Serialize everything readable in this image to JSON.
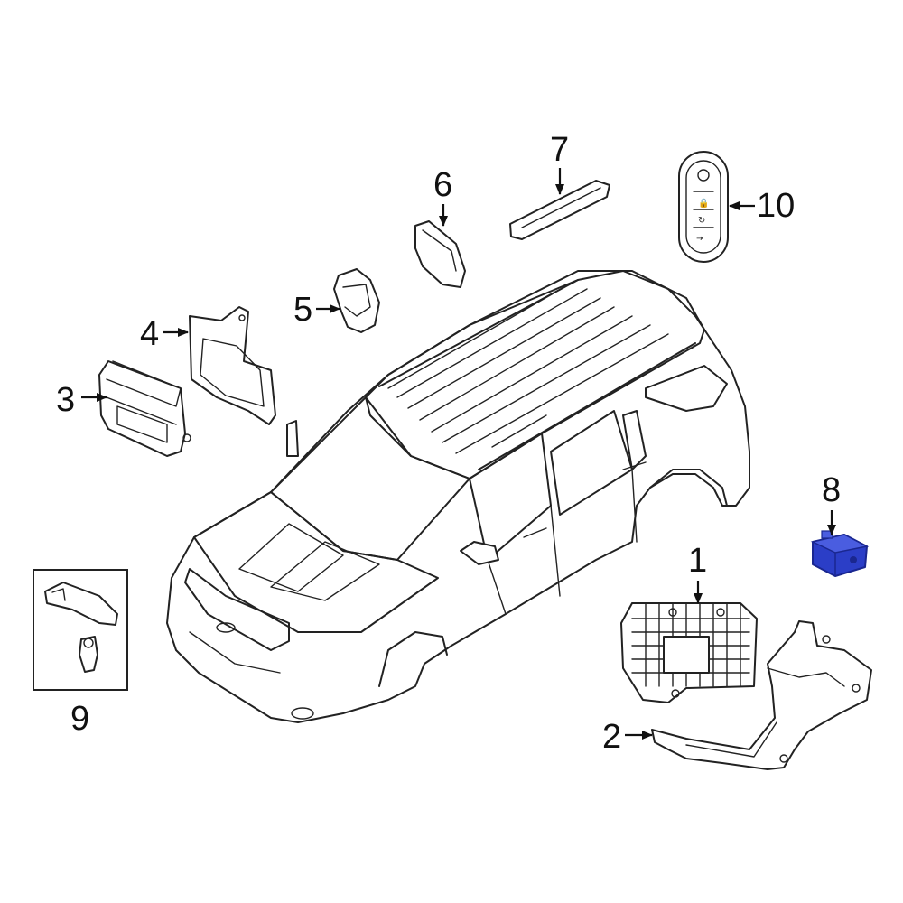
{
  "colors": {
    "line": "#222222",
    "highlight_part": "#2b3ec7",
    "highlight_dark": "#1a2790",
    "background": "#ffffff"
  },
  "callouts": [
    {
      "id": "1",
      "label": "1"
    },
    {
      "id": "2",
      "label": "2"
    },
    {
      "id": "3",
      "label": "3"
    },
    {
      "id": "4",
      "label": "4"
    },
    {
      "id": "5",
      "label": "5"
    },
    {
      "id": "6",
      "label": "6"
    },
    {
      "id": "7",
      "label": "7"
    },
    {
      "id": "8",
      "label": "8"
    },
    {
      "id": "9",
      "label": "9"
    },
    {
      "id": "10",
      "label": "10"
    }
  ],
  "highlighted_part": "8"
}
